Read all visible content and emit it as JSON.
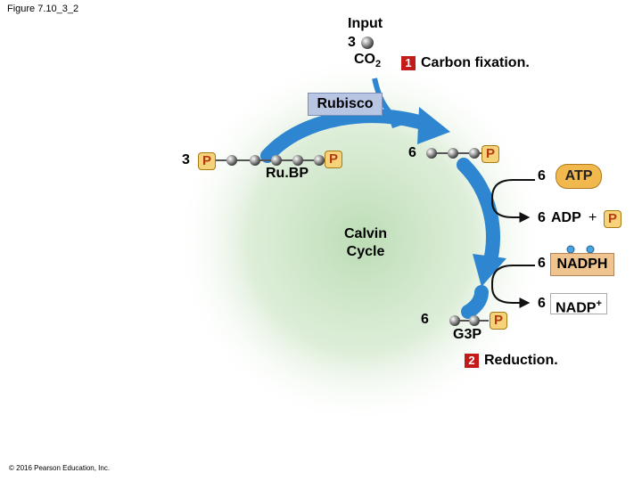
{
  "figure_label": "Figure 7.10_3_2",
  "copyright": "© 2016 Pearson Education, Inc.",
  "input": {
    "title": "Input",
    "count": "3",
    "molecule_base": "CO",
    "molecule_sub": "2"
  },
  "stage1": {
    "number": "1",
    "label": "Carbon fixation."
  },
  "stage2": {
    "number": "2",
    "label": "Reduction."
  },
  "enzyme": "Rubisco",
  "rubp": {
    "count": "3",
    "phosphate": "P",
    "name": "Ru.BP",
    "phosphate_right": "P"
  },
  "intermediate": {
    "count": "6",
    "phosphate": "P"
  },
  "cycle": {
    "line1": "Calvin",
    "line2": "Cycle"
  },
  "atp_branch": {
    "count": "6",
    "label": "ATP"
  },
  "adp_branch": {
    "count": "6",
    "label": "ADP",
    "plus": "+",
    "phosphate": "P"
  },
  "nadph_branch": {
    "count": "6",
    "label": "NADPH"
  },
  "nadp_branch": {
    "count": "6",
    "label_base": "NADP",
    "label_sup": "+"
  },
  "g3p": {
    "count": "6",
    "name": "G3P",
    "phosphate": "P"
  },
  "colors": {
    "arrow": "#2e86d0",
    "cycle_glow": "#b8dbb1",
    "stage_badge": "#c41a1a",
    "phosphate": "#f6d27a",
    "atp": "#f0b84d",
    "nadph": "#f0c48e",
    "rubisco": "#b8c6e4"
  },
  "icons": [
    "carbon-bead-icon",
    "phosphate-icon",
    "electron-icon",
    "cycle-arrow-icon"
  ]
}
